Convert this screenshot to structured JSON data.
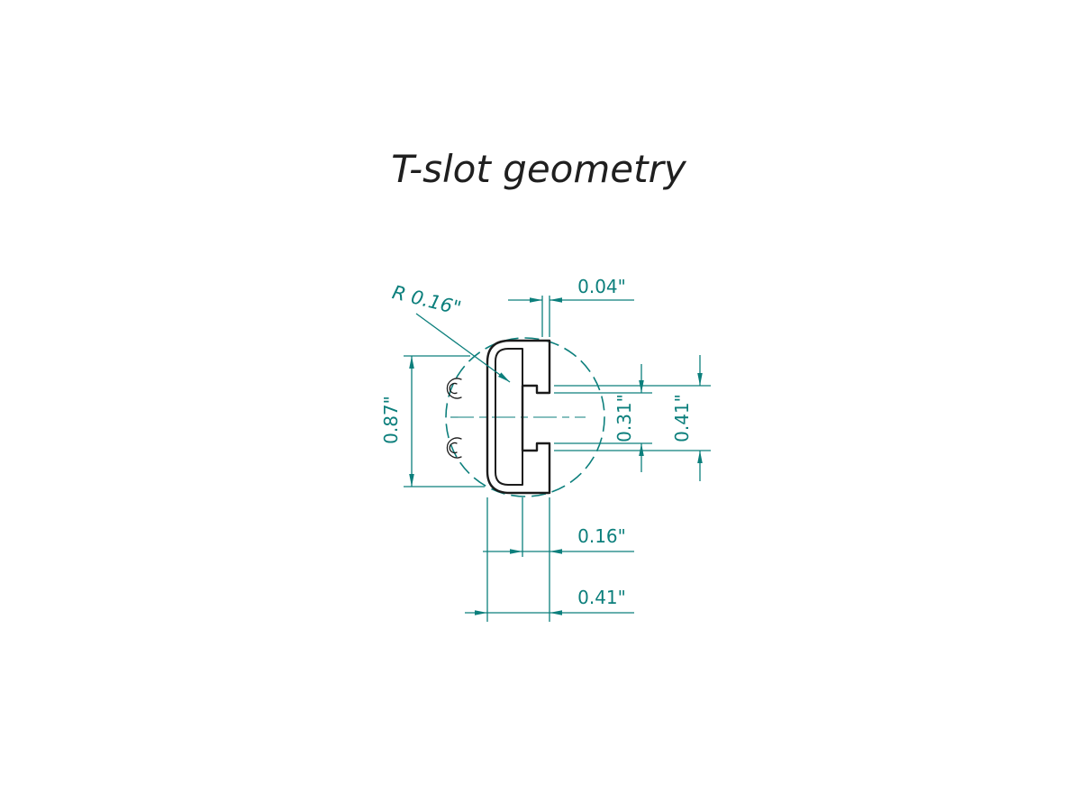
{
  "title": "T-slot geometry",
  "colors": {
    "dimension_teal": "#0c7f7c",
    "profile_line": "#1b1b1b",
    "title_text": "#1f1f1f",
    "background": "#ffffff"
  },
  "dimensions": {
    "radius_callout": "R 0.16\"",
    "lip_thickness": "0.04\"",
    "profile_height": "0.87\"",
    "slot_opening": "0.31\"",
    "slot_inner_height": "0.41\"",
    "slot_depth": "0.16\"",
    "profile_width": "0.41\""
  }
}
